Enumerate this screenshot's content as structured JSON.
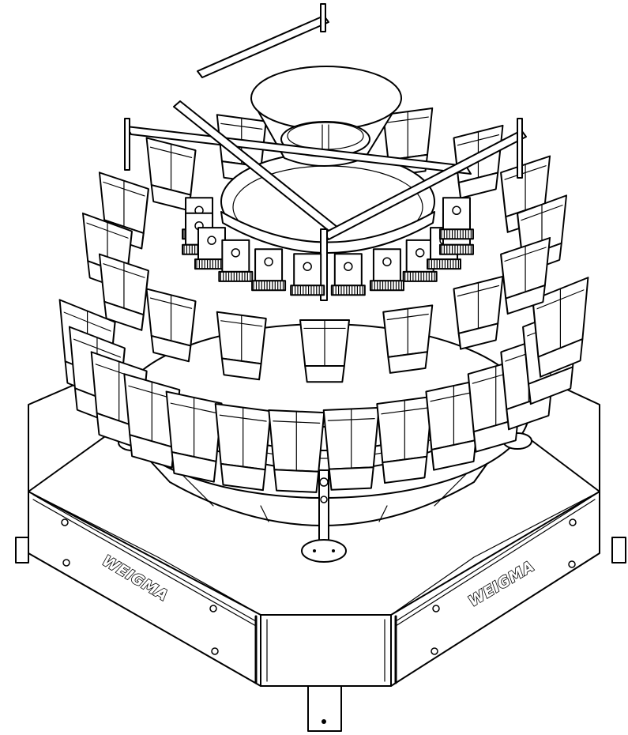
{
  "illustration": {
    "subject": "multihead-weigher-line-drawing",
    "line_color": "#000000",
    "background_color": "#ffffff"
  },
  "brand_labels": {
    "left_panel": "WEIGMA",
    "right_panel": "WEIGMA"
  }
}
